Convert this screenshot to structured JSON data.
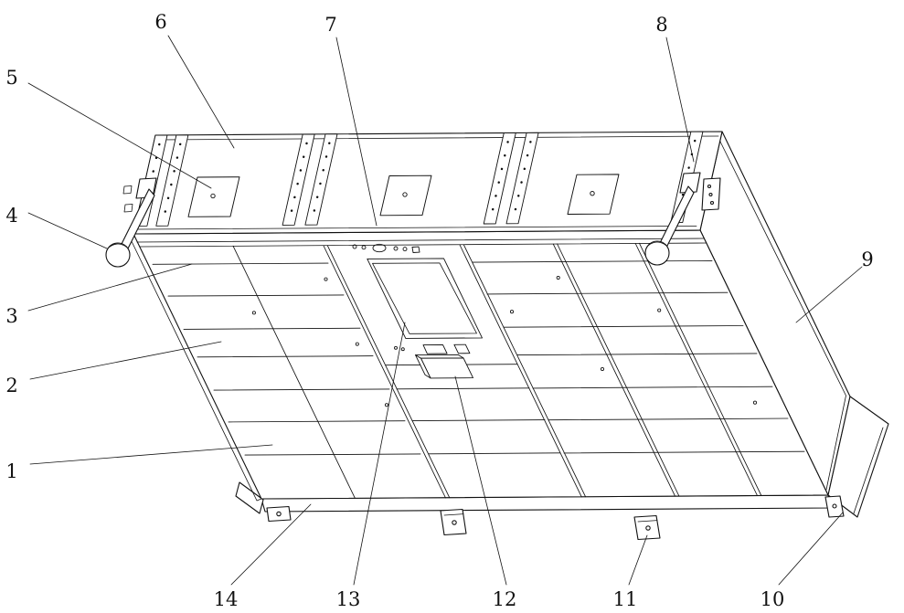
{
  "figure": {
    "background_color": "#ffffff",
    "line_color": "#111111"
  },
  "callouts": {
    "c1": "1",
    "c2": "2",
    "c3": "3",
    "c4": "4",
    "c5": "5",
    "c6": "6",
    "c7": "7",
    "c8": "8",
    "c9": "9",
    "c10": "10",
    "c11": "11",
    "c12": "12",
    "c13": "13",
    "c14": "14"
  }
}
